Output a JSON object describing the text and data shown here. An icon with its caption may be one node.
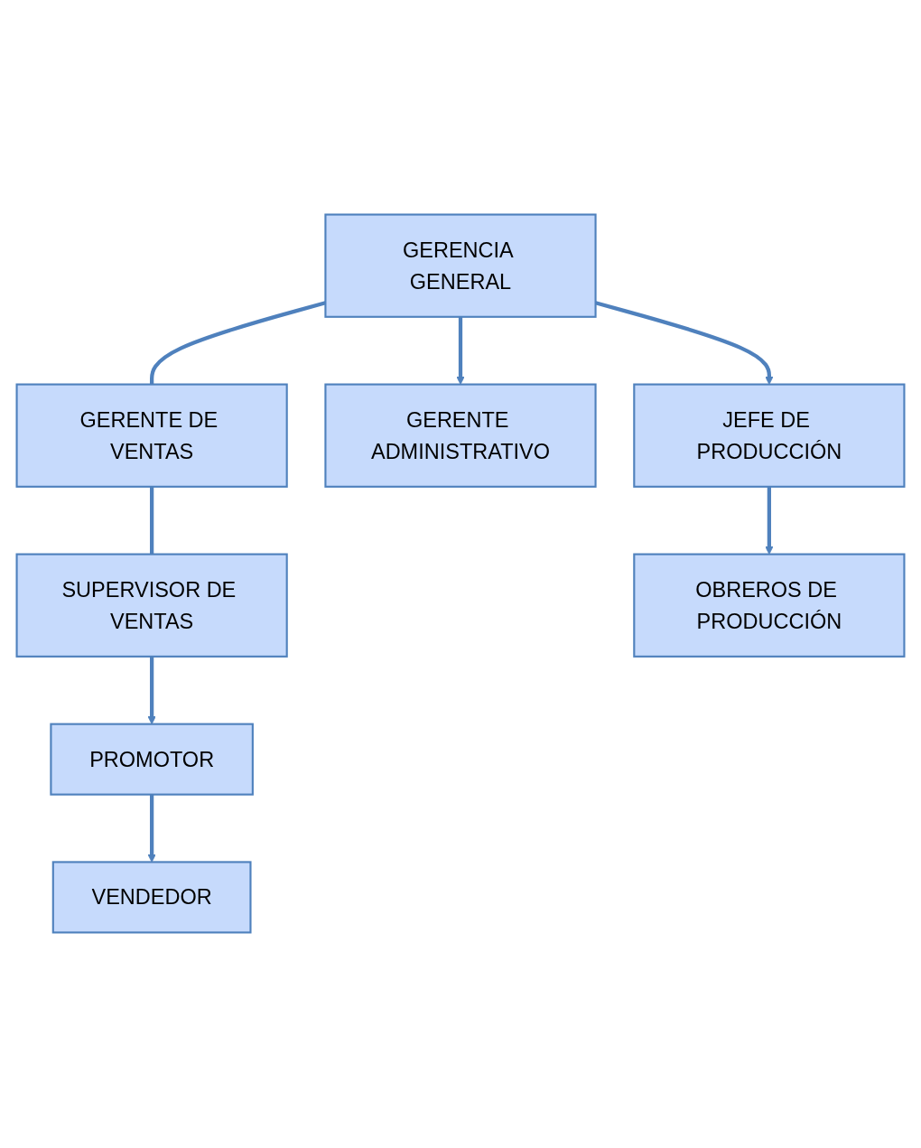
{
  "diagram": {
    "nodes": [
      {
        "text": [
          "GERENCIA GENERAL"
        ]
      },
      {
        "text": [
          "GERENTE DE VENTAS"
        ]
      },
      {
        "text": [
          "GERENTE ADMINISTRATIVO"
        ]
      },
      {
        "text": [
          "SUPERVISOR DE VENTAS"
        ]
      },
      {
        "text": [
          "JEFE DE PRODUCCIÓN"
        ]
      },
      {
        "text": [
          "PROMOTOR"
        ]
      },
      {
        "text": [
          "VENDEDOR"
        ]
      },
      {
        "text": [
          "OBREROS DE PRODUCCIÓN"
        ]
      }
    ],
    "edges": [
      {
        "from": 0,
        "to": 2,
        "arrow": "to"
      },
      {
        "from": 0,
        "to": 1,
        "arrow": "none"
      },
      {
        "from": 0,
        "to": 4,
        "arrow": "to"
      },
      {
        "from": 1,
        "to": 3,
        "arrow": "none"
      },
      {
        "from": 3,
        "to": 5,
        "arrow": "to"
      },
      {
        "from": 5,
        "to": 6,
        "arrow": "to"
      },
      {
        "from": 4,
        "to": 7,
        "arrow": "to"
      }
    ]
  }
}
